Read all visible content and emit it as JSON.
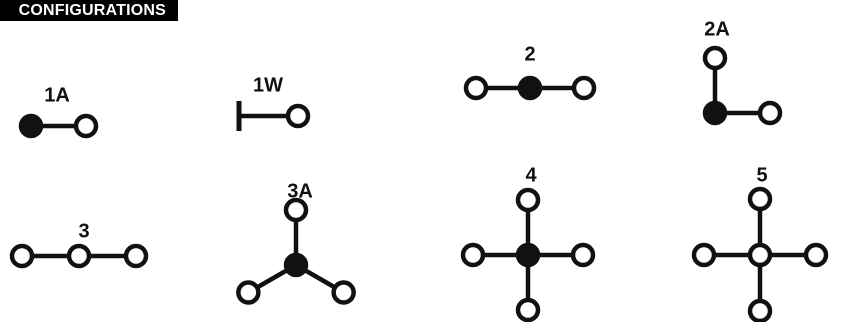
{
  "header": {
    "title": "CONFIGURATIONS"
  },
  "colors": {
    "stroke": "#111111",
    "filled_node": "#111111",
    "open_node": "#ffffff",
    "header_bg": "#000000",
    "header_text": "#ffffff"
  },
  "configurations": [
    {
      "id": "1A",
      "label": "1A",
      "center_node": "filled",
      "arms": [
        "right"
      ]
    },
    {
      "id": "1W",
      "label": "1W",
      "center_node": "bar",
      "arms": [
        "right"
      ]
    },
    {
      "id": "2",
      "label": "2",
      "center_node": "filled",
      "arms": [
        "left",
        "right"
      ]
    },
    {
      "id": "2A",
      "label": "2A",
      "center_node": "filled",
      "arms": [
        "up",
        "right"
      ]
    },
    {
      "id": "3",
      "label": "3",
      "center_node": "open",
      "arms": [
        "left",
        "right"
      ]
    },
    {
      "id": "3A",
      "label": "3A",
      "center_node": "filled",
      "arms": [
        "up",
        "down-left",
        "down-right"
      ]
    },
    {
      "id": "4",
      "label": "4",
      "center_node": "filled",
      "arms": [
        "up",
        "left",
        "right",
        "down"
      ]
    },
    {
      "id": "5",
      "label": "5",
      "center_node": "open",
      "arms": [
        "up",
        "left",
        "right",
        "down"
      ]
    }
  ]
}
